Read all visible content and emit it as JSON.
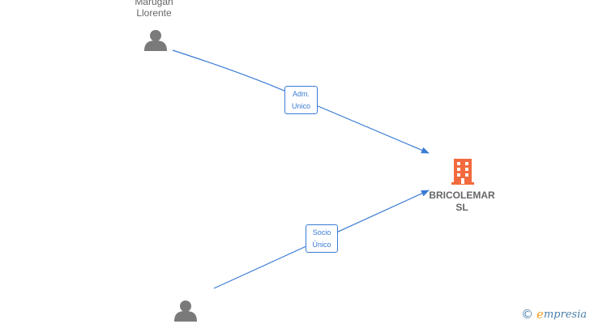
{
  "nodes": {
    "person_top": {
      "name_line1": "Marugan",
      "name_line2": "Llorente",
      "icon": "person-icon"
    },
    "person_bottom": {
      "icon": "person-icon"
    },
    "company": {
      "name_line1": "BRICOLEMAR",
      "name_line2": "SL",
      "icon": "building-icon"
    }
  },
  "edges": {
    "top": {
      "label_line1": "Adm.",
      "label_line2": "Unico"
    },
    "bottom": {
      "label_line1": "Socio",
      "label_line2": "Único"
    }
  },
  "colors": {
    "edge": "#3a7bd5",
    "person": "#7a7a7a",
    "company": "#f26a3d",
    "label": "#666666"
  },
  "brand": {
    "copyright_symbol": "©",
    "first_letter": "e",
    "rest": "mpresia"
  }
}
